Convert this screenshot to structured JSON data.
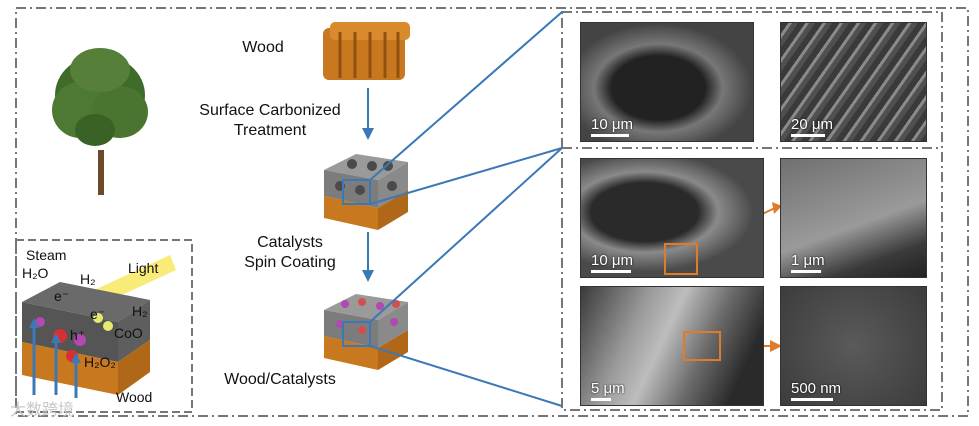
{
  "steps": {
    "wood": "Wood",
    "surface_1": "Surface Carbonized",
    "surface_2": "Treatment",
    "catalyst_1": "Catalysts",
    "catalyst_2": "Spin Coating",
    "wood_catalysts": "Wood/Catalysts"
  },
  "inset": {
    "steam": "Steam",
    "h2o": "H₂O",
    "light": "Light",
    "e1": "e⁻",
    "e2": "e⁻",
    "h2_a": "H₂",
    "h2_b": "H₂",
    "hplus": "h⁺",
    "coo": "CoO",
    "h2o2": "H₂O₂",
    "wood": "Wood"
  },
  "micrographs": [
    {
      "scale": "10 μm"
    },
    {
      "scale": "20 μm"
    },
    {
      "scale": "10 μm"
    },
    {
      "scale": "1 μm"
    },
    {
      "scale": "5 μm"
    },
    {
      "scale": "500 nm"
    }
  ],
  "watermark": "大数跨境",
  "colors": {
    "arrow_blue": "#3a78b6",
    "highlight_orange": "#e07b2a",
    "wood_orange": "#c8781e",
    "light_yellow": "#f5e44a"
  }
}
